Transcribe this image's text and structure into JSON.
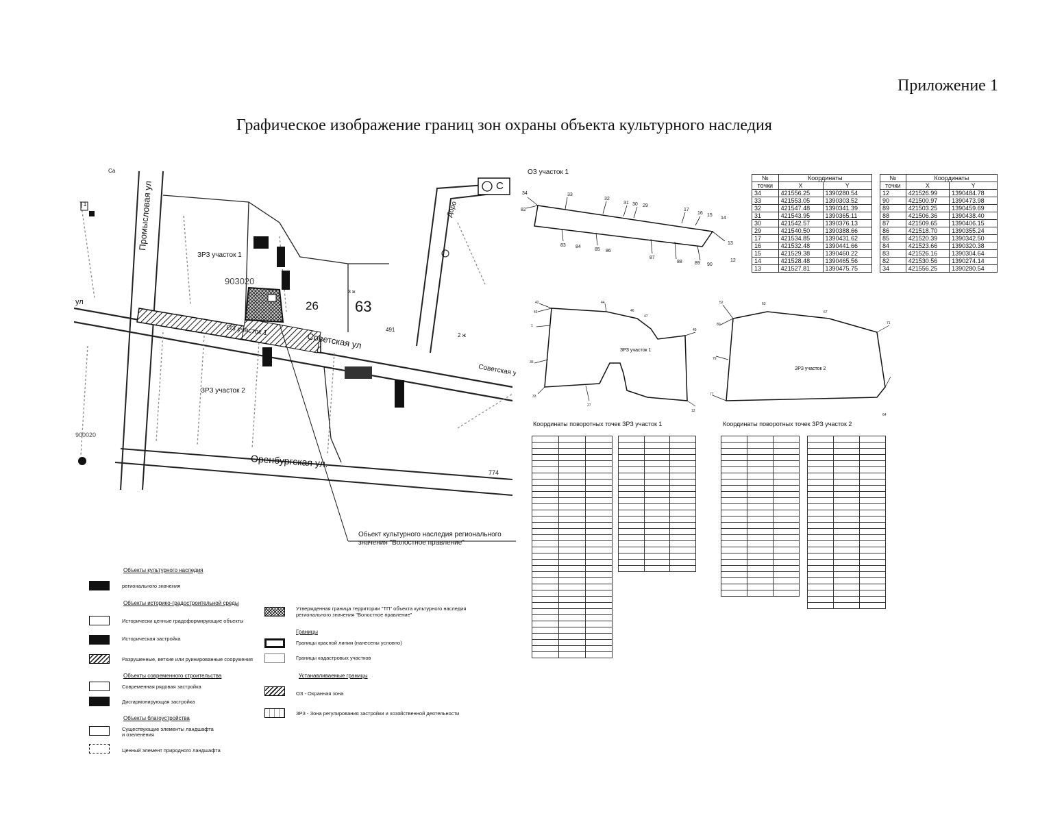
{
  "header": {
    "appendix": "Приложение 1",
    "title": "Графическое изображение границ зон охраны объекта культурного наследия"
  },
  "map": {
    "street_promyslovaya": "Промысловая ул",
    "street_sovetskaya": "Советская ул",
    "street_sovetskaya_right": "Советская у",
    "street_orenburgskaya": "Оренбургская ул.",
    "street_left_ul": "ул",
    "street_doro": "Доро",
    "zrz_uchastok_1": "ЗРЗ участок 1",
    "zrz_uchastok_2": "ЗРЗ участок 2",
    "oz_uchastok_1": "ОЗ участок 1",
    "block_903020": "903020",
    "block_left": "900020",
    "label_26": "26",
    "label_63": "63",
    "label_491": "491",
    "label_2zh": "2 ж",
    "label_3zh": "3 ж",
    "label_774": "774",
    "label_ts": "С",
    "label_t1": "Т1",
    "label_ca": "Са",
    "heritage_callout": "Обьект культурного наследия регионального значения \"Волостное правление\""
  },
  "schemes": {
    "oz_title": "ОЗ участок 1",
    "zrz1_label": "ЗРЗ участок 1",
    "zrz2_label": "ЗРЗ участок 2"
  },
  "oz_table": {
    "h_no": "№",
    "h_points": "точки",
    "h_coords": "Координаты",
    "h_x": "X",
    "h_y": "Y",
    "left": [
      [
        "34",
        "421556.25",
        "1390280.54"
      ],
      [
        "33",
        "421553.05",
        "1390303.52"
      ],
      [
        "32",
        "421547.48",
        "1390341.39"
      ],
      [
        "31",
        "421543.95",
        "1390365.11"
      ],
      [
        "30",
        "421542.57",
        "1390376.13"
      ],
      [
        "29",
        "421540.50",
        "1390388.66"
      ],
      [
        "17",
        "421534.85",
        "1390431.62"
      ],
      [
        "16",
        "421532.48",
        "1390441.66"
      ],
      [
        "15",
        "421529.38",
        "1390460.22"
      ],
      [
        "14",
        "421528.48",
        "1390465.56"
      ],
      [
        "13",
        "421527.81",
        "1390475.75"
      ]
    ],
    "right": [
      [
        "12",
        "421526.99",
        "1390484.78"
      ],
      [
        "90",
        "421500.97",
        "1390473.98"
      ],
      [
        "89",
        "421503.25",
        "1390459.69"
      ],
      [
        "88",
        "421506.36",
        "1390438.40"
      ],
      [
        "87",
        "421509.65",
        "1390406.15"
      ],
      [
        "86",
        "421518.70",
        "1390355.24"
      ],
      [
        "85",
        "421520.39",
        "1390342.50"
      ],
      [
        "84",
        "421523.66",
        "1390320.38"
      ],
      [
        "83",
        "421526.16",
        "1390304.64"
      ],
      [
        "82",
        "421530.56",
        "1390274.14"
      ],
      [
        "34",
        "421556.25",
        "1390280.54"
      ]
    ]
  },
  "zrz1_caption": "Координаты поворотных точек ЗРЗ участок 1",
  "zrz2_caption": "Координаты поворотных точек ЗРЗ участок 2",
  "legend": {
    "h_cultural": "Объекты культурного наследия",
    "regional": "регионального значения",
    "h_historic": "Объекты историко-градостроительной среды",
    "historic_valuable": "Исторически ценные градоформирующие объекты",
    "historic_building": "Историческая застройка",
    "ruined": "Разрушенные, ветхие или руинированные сооружения",
    "h_modern": "Объекты современного строительства",
    "modern_ordinary": "Современная рядовая застройка",
    "dissonant": "Дисгармонирующая застройка",
    "h_landscape": "Объекты благоустройства",
    "existing_landscape_1": "Существующие элементы ландшафта",
    "existing_landscape_2": "и озеленения",
    "valuable_natural": "Ценный элемент природного ландшафта",
    "approved_boundary_1": "Утвержденная граница территории \"ТП\" объекта культурного наследия",
    "approved_boundary_2": "регионального значения \"Волостное правление\"",
    "h_borders": "Границы",
    "red_lines": "Границы красной линии (нанесены условно)",
    "cadastral": "Границы кадастровых участков",
    "h_established": "Устанавливаемые границы",
    "oz_zone": "ОЗ - Охранная зона",
    "zrz_zone": "ЗРЗ - Зона регулирования застройки и хозяйственной деятельности"
  }
}
